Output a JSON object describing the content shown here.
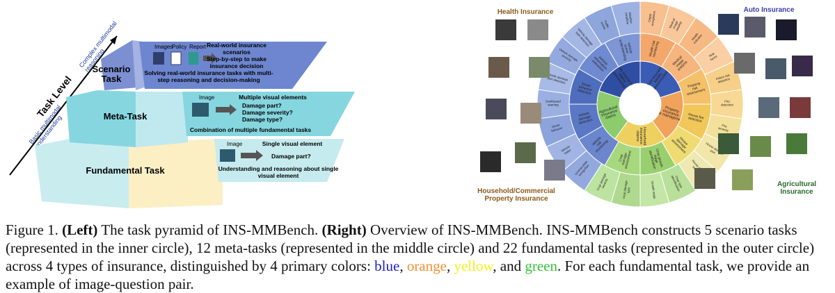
{
  "left_panel": {
    "axis_label": "Task Level",
    "axis_top_note": "Complex multimodal\nreasoning",
    "axis_bottom_note": "Basic multimodal\nunderstanding",
    "tiers": [
      {
        "name": "Scenario\nTask",
        "color": "#7b8fd1",
        "icons": [
          "Images",
          "Policy",
          "Report"
        ],
        "box_title": "Real-world insurance\nscenarios\nStep-by-step to make\ninsurance decision",
        "box_text": "Solving real-world insurance tasks with multi-\nstep reasoning and decision-making"
      },
      {
        "name": "Meta-Task",
        "color": "#86d6e0",
        "icons": [
          "Image"
        ],
        "box_title": "Multiple visual elements",
        "box_items": [
          "Damage part?",
          "Damage severity?",
          "Damage type?"
        ],
        "box_text": "Combination of multiple fundamental tasks"
      },
      {
        "name": "Fundamental Task",
        "color": "#c6ebee",
        "icons": [
          "Image"
        ],
        "box_title": "Single visual element",
        "box_items": [
          "Damage part?"
        ],
        "box_text": "Understanding and reasoning about single\nvisual element"
      }
    ]
  },
  "right_panel": {
    "quadrant_labels": {
      "health": "Health Insurance",
      "auto": "Auto Insurance",
      "property": "Household/Commercial\nProperty Insurance",
      "agri": "Agricultural\nInsurance"
    },
    "inner": [
      {
        "label": "Auto insurance\nliability\ndetermination",
        "color": "#3b5cb5"
      },
      {
        "label": "Property\ninsurance\nrisk management",
        "color": "#f0a35a"
      },
      {
        "label": "Household\ninsurance\nclaims",
        "color": "#eed060"
      },
      {
        "label": "Agricultural\ninsurance\nclaims",
        "color": "#8ccb6e"
      },
      {
        "label": "Auto insurance\nclaims\nprocessing",
        "color": "#2f4ea3"
      }
    ],
    "middle": [
      {
        "label": "Health risk\nmonitoring",
        "color": "#f4a76a"
      },
      {
        "label": "Medical\nimage\nanalysis",
        "color": "#f6b57d"
      },
      {
        "label": "Property\nrisk\nassessment",
        "color": "#f5c06a"
      },
      {
        "label": "House fire\ndetection",
        "color": "#f1c75a"
      },
      {
        "label": "House\ndamage\nassessment",
        "color": "#eedc72"
      },
      {
        "label": "Crop growth\nstage\nidentification",
        "color": "#99cf6e"
      },
      {
        "label": "Crop\ndamage\nassessment",
        "color": "#a8d87e"
      },
      {
        "label": "Vehicle\nrisk\nmonitoring",
        "color": "#6b86cc"
      },
      {
        "label": "Vehicle\ndamage\ndetection",
        "color": "#5a78c5"
      },
      {
        "label": "Driver\nbehavior\ndetection",
        "color": "#4f6dbd"
      },
      {
        "label": "Vehicle\ninformation\nextraction",
        "color": "#6f8ad0"
      },
      {
        "label": "Vehicle\nscene\nunderstanding",
        "color": "#7d96d6"
      }
    ],
    "outer": [
      {
        "label": "Organ\nrecognition",
        "color": "#f8c08f"
      },
      {
        "label": "Medical\nimage\nreading",
        "color": "#f9c89a"
      },
      {
        "label": "Health\nindicator",
        "color": "#f7b983"
      },
      {
        "label": "Risk\nfactor",
        "color": "#f9cfa3"
      },
      {
        "label": "Indoor risk\ndetection",
        "color": "#f6cf88"
      },
      {
        "label": "Fire\ndetection",
        "color": "#f7d894"
      },
      {
        "label": "Fire\nseverity",
        "color": "#f3e09a"
      },
      {
        "label": "House damage\npart",
        "color": "#f2e6a8"
      },
      {
        "label": "House damage\nseverity",
        "color": "#eee9b0"
      },
      {
        "label": "Crop type\nidentification",
        "color": "#b9e09a"
      },
      {
        "label": "Growth stage",
        "color": "#c3e5a6"
      },
      {
        "label": "Crop damage\ntype",
        "color": "#aed98e"
      },
      {
        "label": "Crop damage\nseverity",
        "color": "#bde3a0"
      },
      {
        "label": "License plate\nrecognition",
        "color": "#93a9de"
      },
      {
        "label": "Vehicle\nmake",
        "color": "#a1b4e3"
      },
      {
        "label": "Driver\nbehavior",
        "color": "#8ca3db"
      },
      {
        "label": "Dashboard\nwarning",
        "color": "#9bb0e1"
      },
      {
        "label": "Vehicle damage\npart detection",
        "color": "#a8bae6"
      },
      {
        "label": "Vehicle damage\nseverity",
        "color": "#94aade"
      },
      {
        "label": "Vehicle damage\ntype detection",
        "color": "#a3b6e4"
      },
      {
        "label": "Traffic\nscene",
        "color": "#8fa6dc"
      },
      {
        "label": "Weather\ncondition",
        "color": "#9db2e2"
      }
    ]
  },
  "caption": {
    "figure_label": "Figure 1.",
    "left_tag": "(Left)",
    "left_text": " The task pyramid of INS-MMBench. ",
    "right_tag": "(Right)",
    "right_text": " Overview of INS-MMBench. INS-MMBench constructs 5 scenario tasks (represented in the inner circle), 12 meta-tasks (represented in the middle circle) and 22 fundamental tasks (represented in the outer circle) across 4 types of insurance, distinguished by 4 primary colors: ",
    "color_blue": "blue",
    "sep1": ", ",
    "color_orange": "orange",
    "sep2": ", ",
    "color_yellow": "yellow",
    "sep3": ", and ",
    "color_green": "green",
    "tail": ". For each fundamental task, we provide an example of image-question pair."
  }
}
